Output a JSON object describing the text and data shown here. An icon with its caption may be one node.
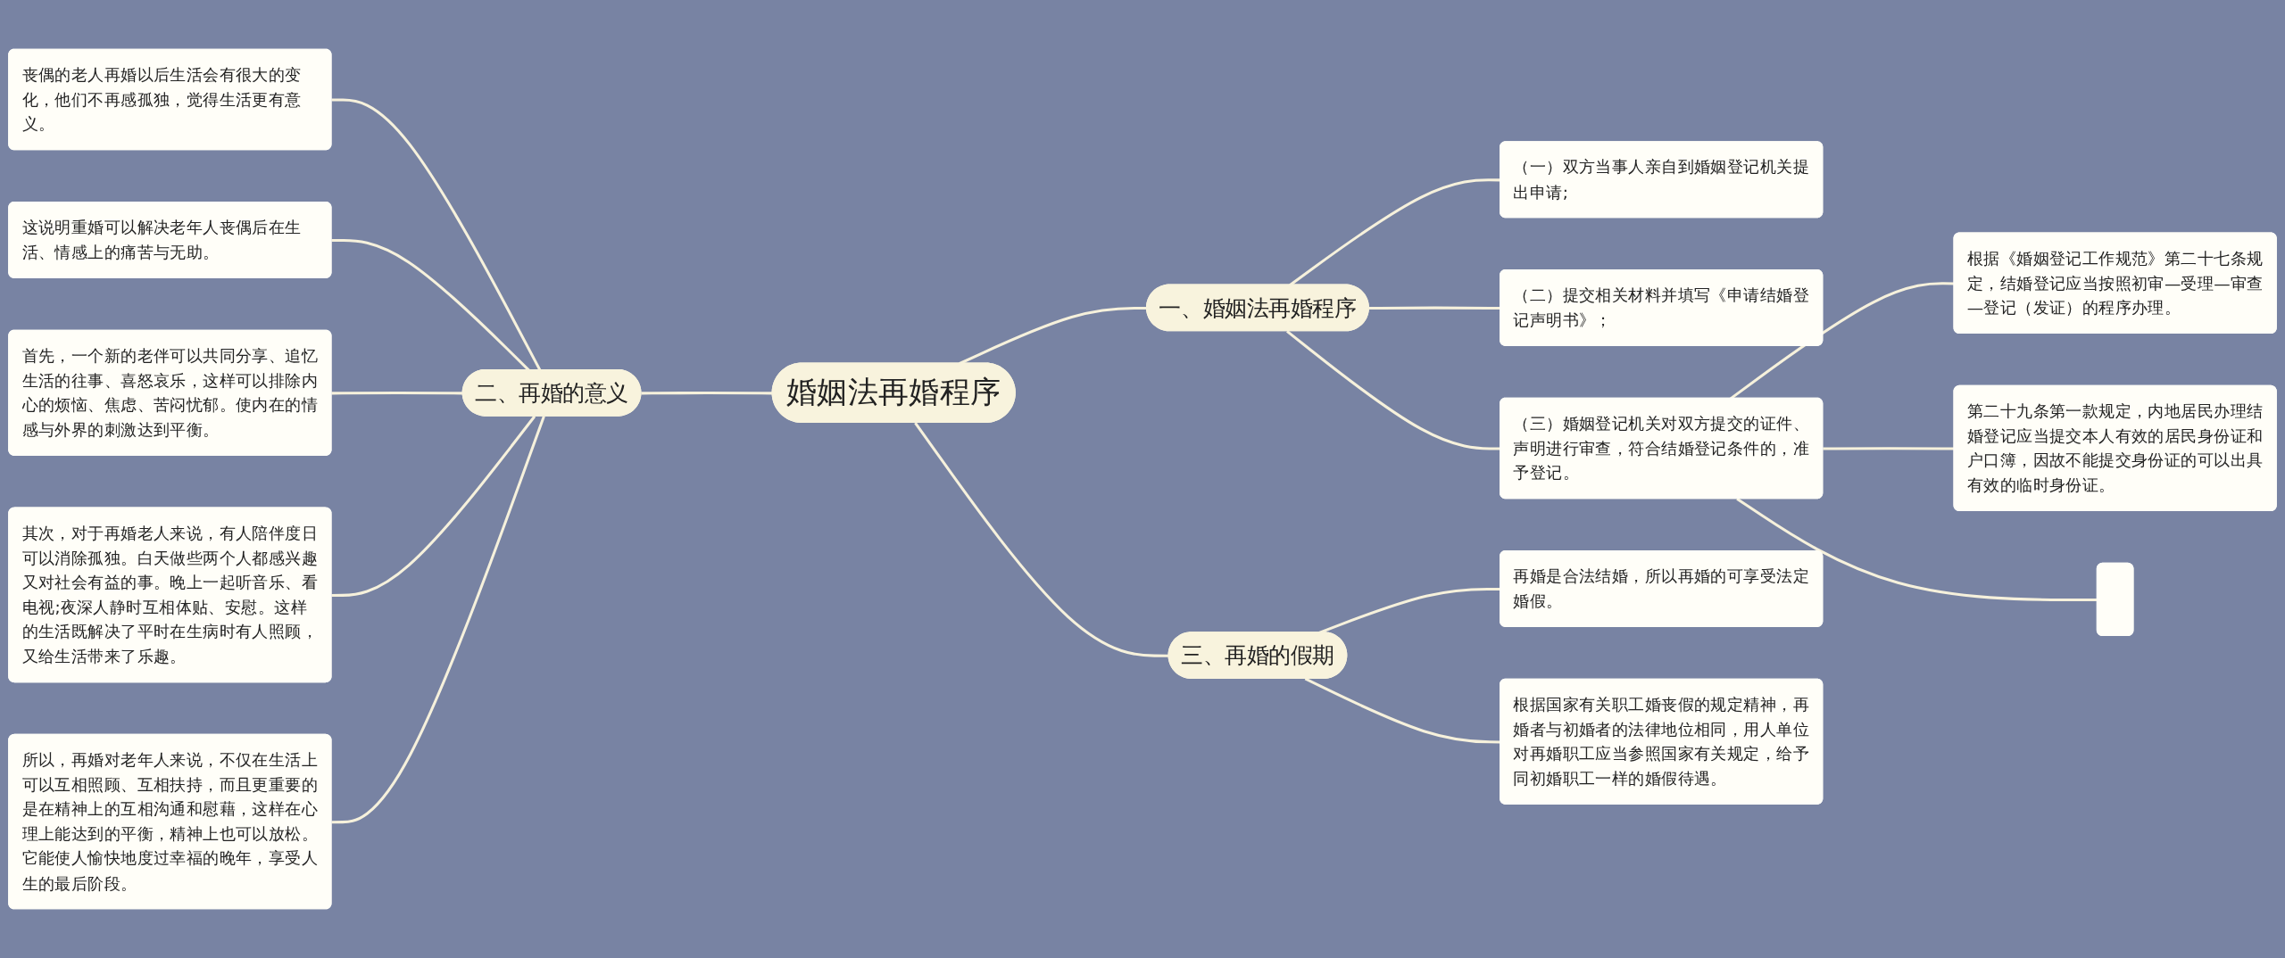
{
  "diagram": {
    "nodes": [
      {
        "text": [
          "婚姻法再婚程序"
        ]
      },
      {
        "text": [
          "一、婚姻法再婚程序"
        ]
      },
      {
        "text": [
          "（一）双方当事人亲自到婚姻登记机关提出申请;"
        ]
      },
      {
        "text": [
          "（二）提交相关材料并填写《申请结婚登记声明书》；"
        ]
      },
      {
        "text": [
          "（三）婚姻登记机关对双方提交的证件、声明进行审查，符合结婚登记条件的，准予登记。"
        ]
      },
      {
        "text": [
          "根据《婚姻登记工作规范》第二十七条规定，结婚登记应当按照初审—受理—审查—登记（发证）的程序办理。"
        ]
      },
      {
        "text": [
          "第二十九条第一款规定，内地居民办理结婚登记应当提交本人有效的居民身份证和户口簿，因故不能提交身份证的可以出具有效的临时身份证。"
        ]
      },
      {
        "text": [],
        "shape": "box"
      },
      {
        "text": [
          "二、再婚的意义"
        ]
      },
      {
        "text": [
          "丧偶的老人再婚以后生活会有很大的变化，他们不再感孤独，觉得生活更有意义。"
        ]
      },
      {
        "text": [
          "这说明重婚可以解决老年人丧偶后在生活、情感上的痛苦与无助。"
        ]
      },
      {
        "text": [
          "首先，一个新的老伴可以共同分享、追忆生活的往事、喜怒哀乐，这样可以排除内心的烦恼、焦虑、苦闷忧郁。使内在的情感与外界的刺激达到平衡。"
        ]
      },
      {
        "text": [
          "其次，对于再婚老人来说，有人陪伴度日可以消除孤独。白天做些两个人都感兴趣又对社会有益的事。晚上一起听音乐、看电视;夜深人静时互相体贴、安慰。这样的生活既解决了平时在生病时有人照顾，又给生活带来了乐趣。"
        ]
      },
      {
        "text": [
          "所以，再婚对老年人来说，不仅在生活上可以互相照顾、互相扶持，而且更重要的是在精神上的互相沟通和慰藉，这样在心理上能达到的平衡，精神上也可以放松。它能使人愉快地度过幸福的晚年，享受人生的最后阶段。"
        ]
      },
      {
        "text": [
          "三、再婚的假期"
        ]
      },
      {
        "text": [
          "再婚是合法结婚，所以再婚的可享受法定婚假。"
        ]
      },
      {
        "text": [
          "根据国家有关职工婚丧假的规定精神，再婚者与初婚者的法律地位相同，用人单位对再婚职工应当参照国家有关规定，给予同初婚职工一样的婚假待遇。"
        ]
      }
    ],
    "edges": [
      {
        "from": 0,
        "to": 1,
        "arrow": "none"
      },
      {
        "from": 1,
        "to": 2,
        "arrow": "none"
      },
      {
        "from": 1,
        "to": 3,
        "arrow": "none"
      },
      {
        "from": 1,
        "to": 4,
        "arrow": "none"
      },
      {
        "from": 4,
        "to": 5,
        "arrow": "none"
      },
      {
        "from": 4,
        "to": 6,
        "arrow": "none"
      },
      {
        "from": 4,
        "to": 7,
        "arrow": "none"
      },
      {
        "from": 8,
        "to": 0,
        "arrow": "none"
      },
      {
        "from": 9,
        "to": 8,
        "arrow": "none"
      },
      {
        "from": 10,
        "to": 8,
        "arrow": "none"
      },
      {
        "from": 11,
        "to": 8,
        "arrow": "none"
      },
      {
        "from": 12,
        "to": 8,
        "arrow": "none"
      },
      {
        "from": 13,
        "to": 8,
        "arrow": "none"
      },
      {
        "from": 0,
        "to": 14,
        "arrow": "none"
      },
      {
        "from": 14,
        "to": 15,
        "arrow": "none"
      },
      {
        "from": 14,
        "to": 16,
        "arrow": "none"
      }
    ]
  }
}
